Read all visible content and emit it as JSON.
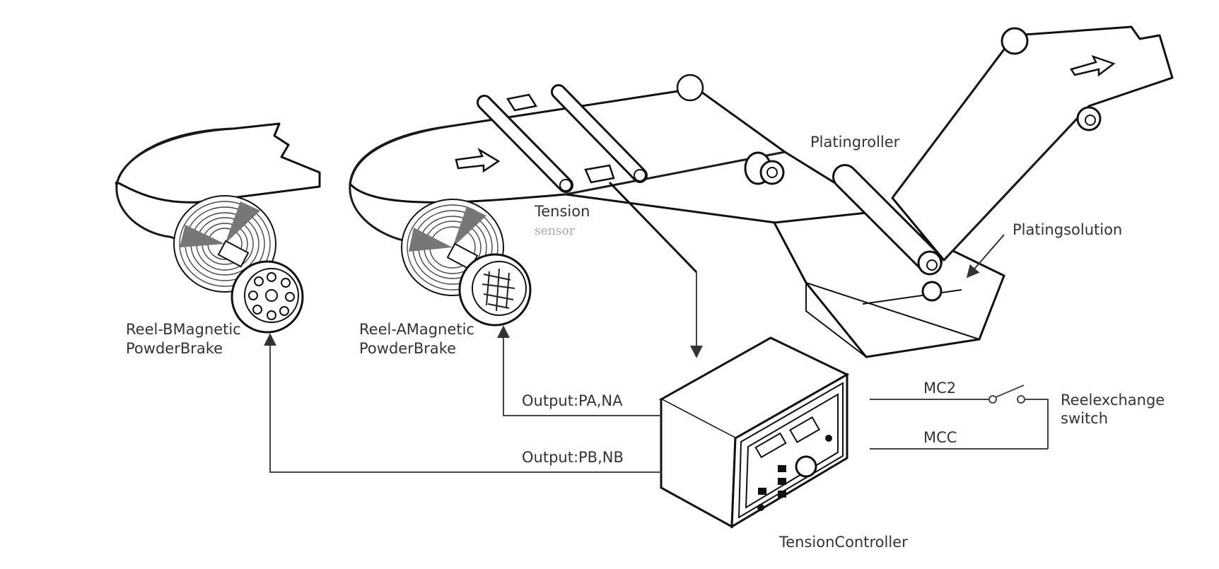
{
  "labels": {
    "reel_b_line1": "Reel-BMagnetic",
    "reel_b_line2": "PowderBrake",
    "reel_a_line1": "Reel-AMagnetic",
    "reel_a_line2": "PowderBrake",
    "tension_sensor_line1": "Tension",
    "tension_sensor_line2": "sensor",
    "plating_roller": "Platingroller",
    "plating_solution": "Platingsolution",
    "output_a": "Output:PA,NA",
    "output_b": "Output:PB,NB",
    "mc2": "MC2",
    "mcc": "MCC",
    "reel_switch_line1": "Reelexchange",
    "reel_switch_line2": "switch",
    "tension_controller": "TensionController"
  },
  "colors": {
    "line": "#1a1a1a",
    "text": "#333333",
    "faint_text": "#a8a8a8",
    "background": "#ffffff"
  },
  "icons": [
    "arrow-icon",
    "switch-icon",
    "roller-icon",
    "brake-icon",
    "controller-knob-icon"
  ]
}
